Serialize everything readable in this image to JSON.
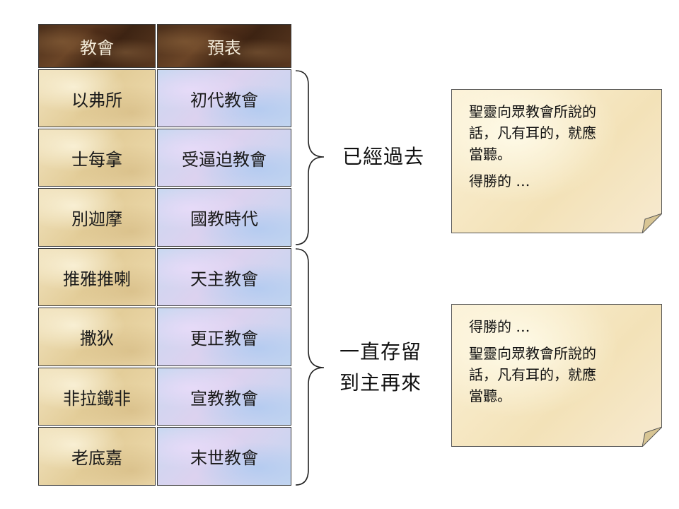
{
  "table": {
    "headers": [
      "教會",
      "預表"
    ],
    "rows": [
      {
        "church": "以弗所",
        "foreshadow": "初代教會"
      },
      {
        "church": "士每拿",
        "foreshadow": "受逼迫教會"
      },
      {
        "church": "別迦摩",
        "foreshadow": "國教時代"
      },
      {
        "church": "推雅推喇",
        "foreshadow": "天主教會"
      },
      {
        "church": "撒狄",
        "foreshadow": "更正教會"
      },
      {
        "church": "非拉鐵非",
        "foreshadow": "宣教教會"
      },
      {
        "church": "老底嘉",
        "foreshadow": "末世教會"
      }
    ]
  },
  "groups": {
    "past": "已經過去",
    "remain_line1": "一直存留",
    "remain_line2": "到主再來"
  },
  "notes": {
    "top": {
      "line1": "聖靈向眾教會所說的",
      "line2": "話，凡有耳的，就應",
      "line3": "當聽。",
      "line4": "得勝的 …"
    },
    "bottom": {
      "line1": "得勝的 …",
      "line2": "聖靈向眾教會所說的",
      "line3": "話，凡有耳的，就應",
      "line4": "當聽。"
    }
  }
}
